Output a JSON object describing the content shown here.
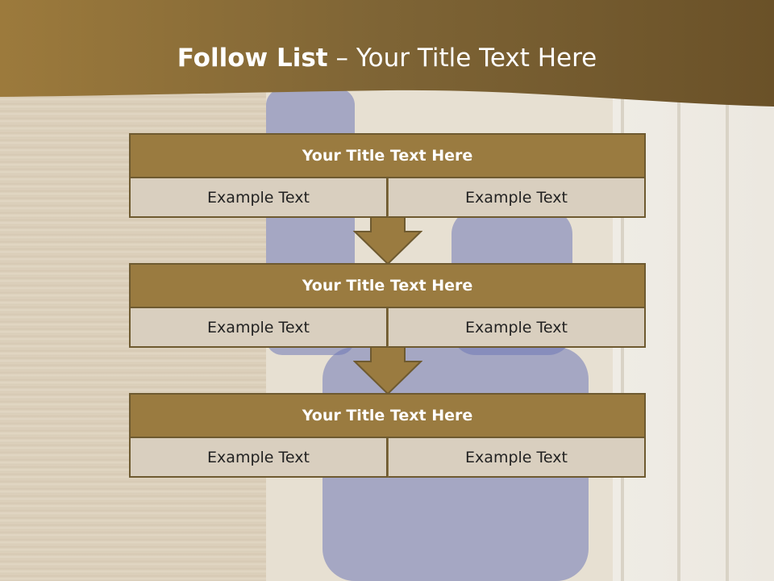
{
  "slide": {
    "title_bold": "Follow List",
    "title_rest": " – Your Title Text Here"
  },
  "blocks": [
    {
      "title": "Your Title Text Here",
      "left": "Example Text",
      "right": "Example Text"
    },
    {
      "title": "Your Title Text Here",
      "left": "Example Text",
      "right": "Example Text"
    },
    {
      "title": "Your Title Text Here",
      "left": "Example Text",
      "right": "Example Text"
    }
  ],
  "colors": {
    "header_brown": "#8a6a32",
    "title_fill": "#9a7b40",
    "cell_fill": "#d9cfbf",
    "arrow_fill": "#9a7b40"
  }
}
